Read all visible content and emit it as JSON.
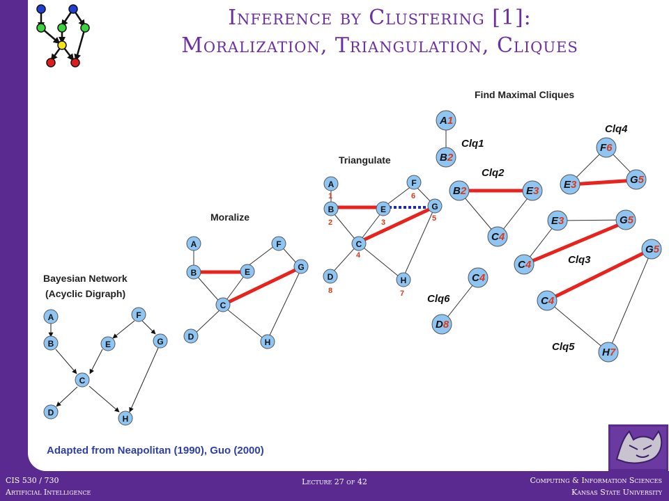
{
  "title": {
    "line1": "Inference by Clustering [1]:",
    "line2": "Moralization, Triangulation, Cliques"
  },
  "labels": {
    "bayes_line1": "Bayesian Network",
    "bayes_line2": "(Acyclic Digraph)",
    "moralize": "Moralize",
    "triangulate": "Triangulate",
    "cliques": "Find Maximal Cliques"
  },
  "nodes": {
    "A": "A",
    "B": "B",
    "C": "C",
    "D": "D",
    "E": "E",
    "F": "F",
    "G": "G",
    "H": "H"
  },
  "order": {
    "A": "1",
    "B": "2",
    "E": "3",
    "C": "4",
    "G": "5",
    "F": "6",
    "H": "7",
    "D": "8"
  },
  "cliques": {
    "clq1": {
      "name": "Clq1",
      "n1": "A",
      "i1": "1",
      "n2": "B",
      "i2": "2"
    },
    "clq2": {
      "name": "Clq2",
      "n1": "B",
      "i1": "2",
      "n2": "E",
      "i2": "3",
      "n3": "C",
      "i3": "4"
    },
    "clq3": {
      "name": "Clq3",
      "n1": "E",
      "i1": "3",
      "n2": "G",
      "i2": "5",
      "n3": "C",
      "i3": "4"
    },
    "clq4": {
      "name": "Clq4",
      "n1": "F",
      "i1": "6",
      "n2": "E",
      "i2": "3",
      "n3": "G",
      "i3": "5"
    },
    "clq5": {
      "name": "Clq5",
      "n1": "G",
      "i1": "5",
      "n2": "C",
      "i2": "4",
      "n3": "H",
      "i3": "7"
    },
    "clq6": {
      "name": "Clq6",
      "n1": "C",
      "i1": "4",
      "n2": "D",
      "i2": "8"
    }
  },
  "credit": "Adapted from Neapolitan (1990), Guo (2000)",
  "footer": {
    "course": "CIS 530 / 730",
    "subject": "Artificial Intelligence",
    "lecture": "Lecture 27 of 42",
    "dept": "Computing & Information Sciences",
    "university": "Kansas State University"
  },
  "colors": {
    "frame": "#5a2a91",
    "title": "#6b2fa3",
    "node_fill": "#8ec5f2",
    "moral_edge": "#e8221c",
    "fill_in_edge": "#1a2ab8",
    "order_number": "#d93a1a",
    "credit": "#2d3fa3"
  }
}
